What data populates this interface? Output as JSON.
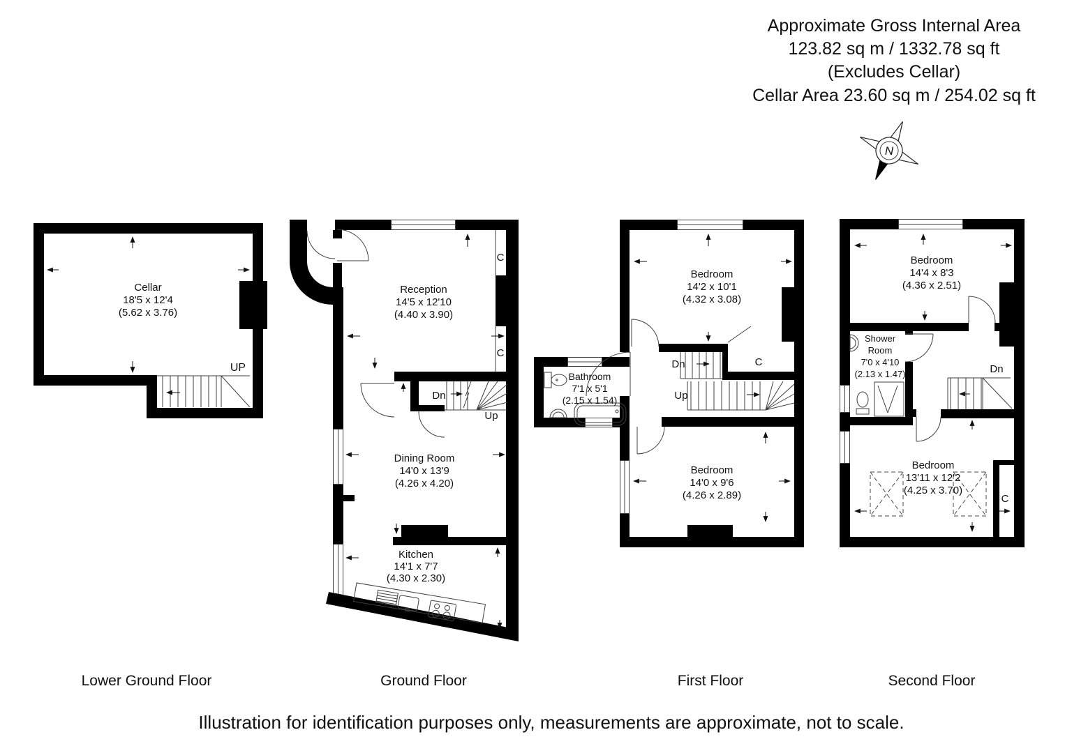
{
  "header": {
    "line1": "Approximate Gross Internal Area",
    "line2": "123.82 sq m / 1332.78 sq ft",
    "line3": "(Excludes Cellar)",
    "line4": "Cellar Area 23.60 sq m / 254.02 sq ft"
  },
  "compass": {
    "north": "N"
  },
  "floors": {
    "lower_ground": {
      "label": "Lower Ground Floor",
      "stair_up": "UP",
      "rooms": {
        "cellar": {
          "name": "Cellar",
          "imperial": "18'5 x 12'4",
          "metric": "(5.62 x 3.76)"
        }
      }
    },
    "ground": {
      "label": "Ground Floor",
      "closet_top": "C",
      "closet_bottom": "C",
      "stairs": {
        "dn": "Dn",
        "up": "Up"
      },
      "rooms": {
        "reception": {
          "name": "Reception",
          "imperial": "14'5 x 12'10",
          "metric": "(4.40 x 3.90)"
        },
        "dining": {
          "name": "Dining Room",
          "imperial": "14'0 x 13'9",
          "metric": "(4.26 x 4.20)"
        },
        "kitchen": {
          "name": "Kitchen",
          "imperial": "14'1 x 7'7",
          "metric": "(4.30 x 2.30)"
        }
      }
    },
    "first": {
      "label": "First Floor",
      "closet": "C",
      "stairs": {
        "dn": "Dn",
        "up": "Up"
      },
      "rooms": {
        "bedroom_front": {
          "name": "Bedroom",
          "imperial": "14'2 x 10'1",
          "metric": "(4.32 x 3.08)"
        },
        "bathroom": {
          "name": "Bathroom",
          "imperial": "7'1 x 5'1",
          "metric": "(2.15 x 1.54)"
        },
        "bedroom_back": {
          "name": "Bedroom",
          "imperial": "14'0 x 9'6",
          "metric": "(4.26 x 2.89)"
        }
      }
    },
    "second": {
      "label": "Second Floor",
      "closet": "C",
      "stairs": {
        "dn": "Dn"
      },
      "rooms": {
        "bedroom_front": {
          "name": "Bedroom",
          "imperial": "14'4 x 8'3",
          "metric": "(4.36 x 2.51)"
        },
        "shower_room": {
          "name_line1": "Shower",
          "name_line2": "Room",
          "imperial": "7'0 x 4'10",
          "metric": "(2.13 x 1.47)"
        },
        "bedroom_back": {
          "name": "Bedroom",
          "imperial": "13'11 x 12'2",
          "metric": "(4.25 x 3.70)"
        }
      }
    }
  },
  "footer": {
    "text": "Illustration for identification purposes only, measurements are approximate, not to scale."
  },
  "colors": {
    "wall": "#000000",
    "thin_line": "#3f3f3f",
    "background": "#ffffff"
  }
}
